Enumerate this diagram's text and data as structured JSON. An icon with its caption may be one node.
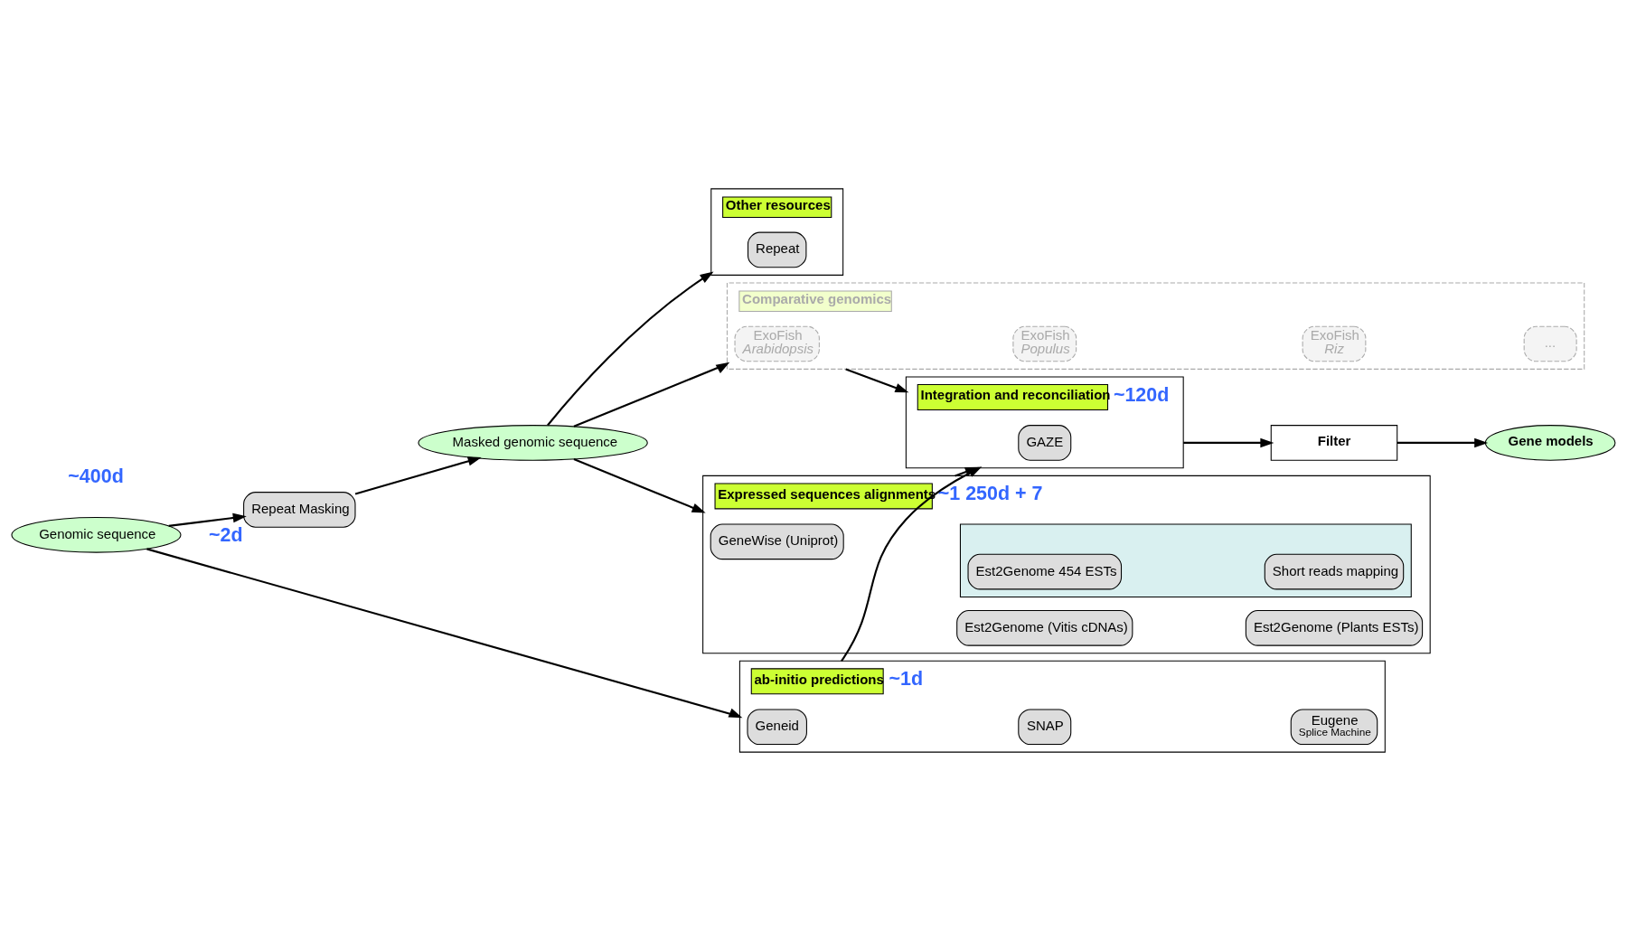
{
  "diagram": {
    "nodes": [
      {
        "text": [
          "Genomic sequence"
        ]
      },
      {
        "text": [
          "Repeat Masking"
        ],
        "beside": [
          "~2d"
        ]
      },
      {
        "text": [
          "Masked genomic sequence"
        ]
      },
      {
        "text": [
          "ab-initio predictions"
        ],
        "beside": [
          "~1d"
        ]
      },
      {
        "text": [
          "Geneid"
        ],
        "in": 3
      },
      {
        "text": [
          "SNAP"
        ],
        "in": 3
      },
      {
        "text": [
          "Eugene",
          "Splice Machine"
        ],
        "in": 3
      },
      {
        "text": [
          "Other resources"
        ]
      },
      {
        "text": [
          "Repeat"
        ],
        "in": 7
      },
      {
        "text": [
          "Comparative genomics"
        ]
      },
      {
        "text": [
          "ExoFish",
          "Arabidopsis"
        ],
        "in": 9
      },
      {
        "text": [
          "ExoFish",
          "Populus"
        ],
        "in": 9
      },
      {
        "text": [
          "ExoFish",
          "Riz"
        ],
        "in": 9
      },
      {
        "text": [
          "..."
        ],
        "in": 9
      },
      {
        "text": [
          "Expressed sequences alignments"
        ],
        "beside": [
          "~1 250d + 7"
        ]
      },
      {
        "text": [
          "GeneWise (Uniprot)"
        ],
        "in": 14
      },
      {
        "text": [
          "Est2Genome (Vitis cDNAs)"
        ],
        "in": 14
      },
      {
        "text": [
          "Est2Genome (Plants ESTs)"
        ],
        "in": 14
      },
      {
        "text": [],
        "shape": "box",
        "in": 14
      },
      {
        "text": [
          "Est2Genome 454 ESTs"
        ],
        "in": 18
      },
      {
        "text": [
          "Short reads mapping"
        ],
        "in": 18
      },
      {
        "text": [
          "Integration and reconciliation"
        ],
        "beside": [
          "~120d"
        ]
      },
      {
        "text": [
          "GAZE"
        ],
        "in": 21
      },
      {
        "text": [
          "Filter"
        ]
      },
      {
        "text": [
          "Gene models"
        ]
      }
    ],
    "edges": [
      {
        "from": 0,
        "to": 3,
        "arrow": "to"
      },
      {
        "from": 0,
        "to": 1,
        "arrow": "to"
      },
      {
        "from": 1,
        "to": 2,
        "arrow": "to"
      },
      {
        "from": 2,
        "to": 7,
        "arrow": "to"
      },
      {
        "from": 2,
        "to": 9,
        "arrow": "to"
      },
      {
        "from": 2,
        "to": 14,
        "arrow": "to"
      },
      {
        "from": 3,
        "to": 21,
        "arrow": "to"
      },
      {
        "from": 9,
        "to": 21,
        "arrow": "to"
      },
      {
        "from": 14,
        "to": 21,
        "arrow": "to"
      },
      {
        "from": 21,
        "to": 23,
        "arrow": "to"
      },
      {
        "from": 23,
        "to": 24,
        "arrow": "to"
      }
    ],
    "labels": [
      "~400d"
    ]
  }
}
